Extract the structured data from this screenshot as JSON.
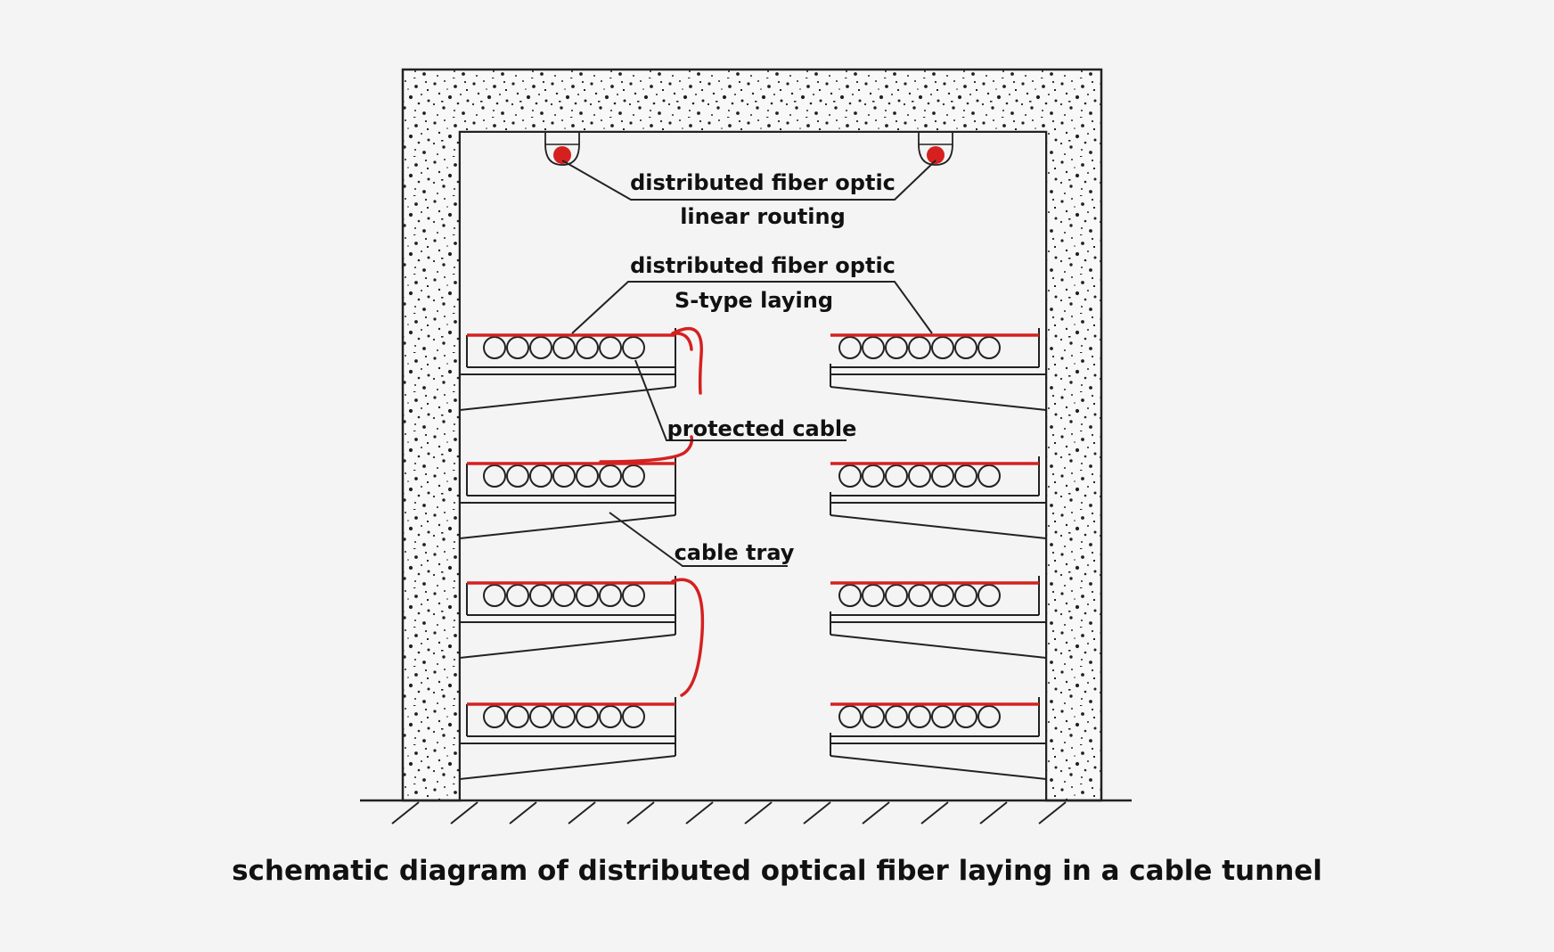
{
  "colors": {
    "background": "#f4f4f4",
    "line": "#222222",
    "concrete": "#f8f8f8",
    "fiber": "#d62020"
  },
  "labels": {
    "linear_routing_line1": "distributed fiber optic",
    "linear_routing_line2": "linear routing",
    "s_type_line1": "distributed fiber optic",
    "s_type_line2": "S-type laying",
    "protected_cable": "protected cable",
    "cable_tray": "cable tray"
  },
  "caption": "schematic diagram of distributed optical fiber laying in a cable tunnel",
  "icons": [
    "fiber-sensor-icon",
    "cable-icon",
    "ground-hatch-icon"
  ]
}
